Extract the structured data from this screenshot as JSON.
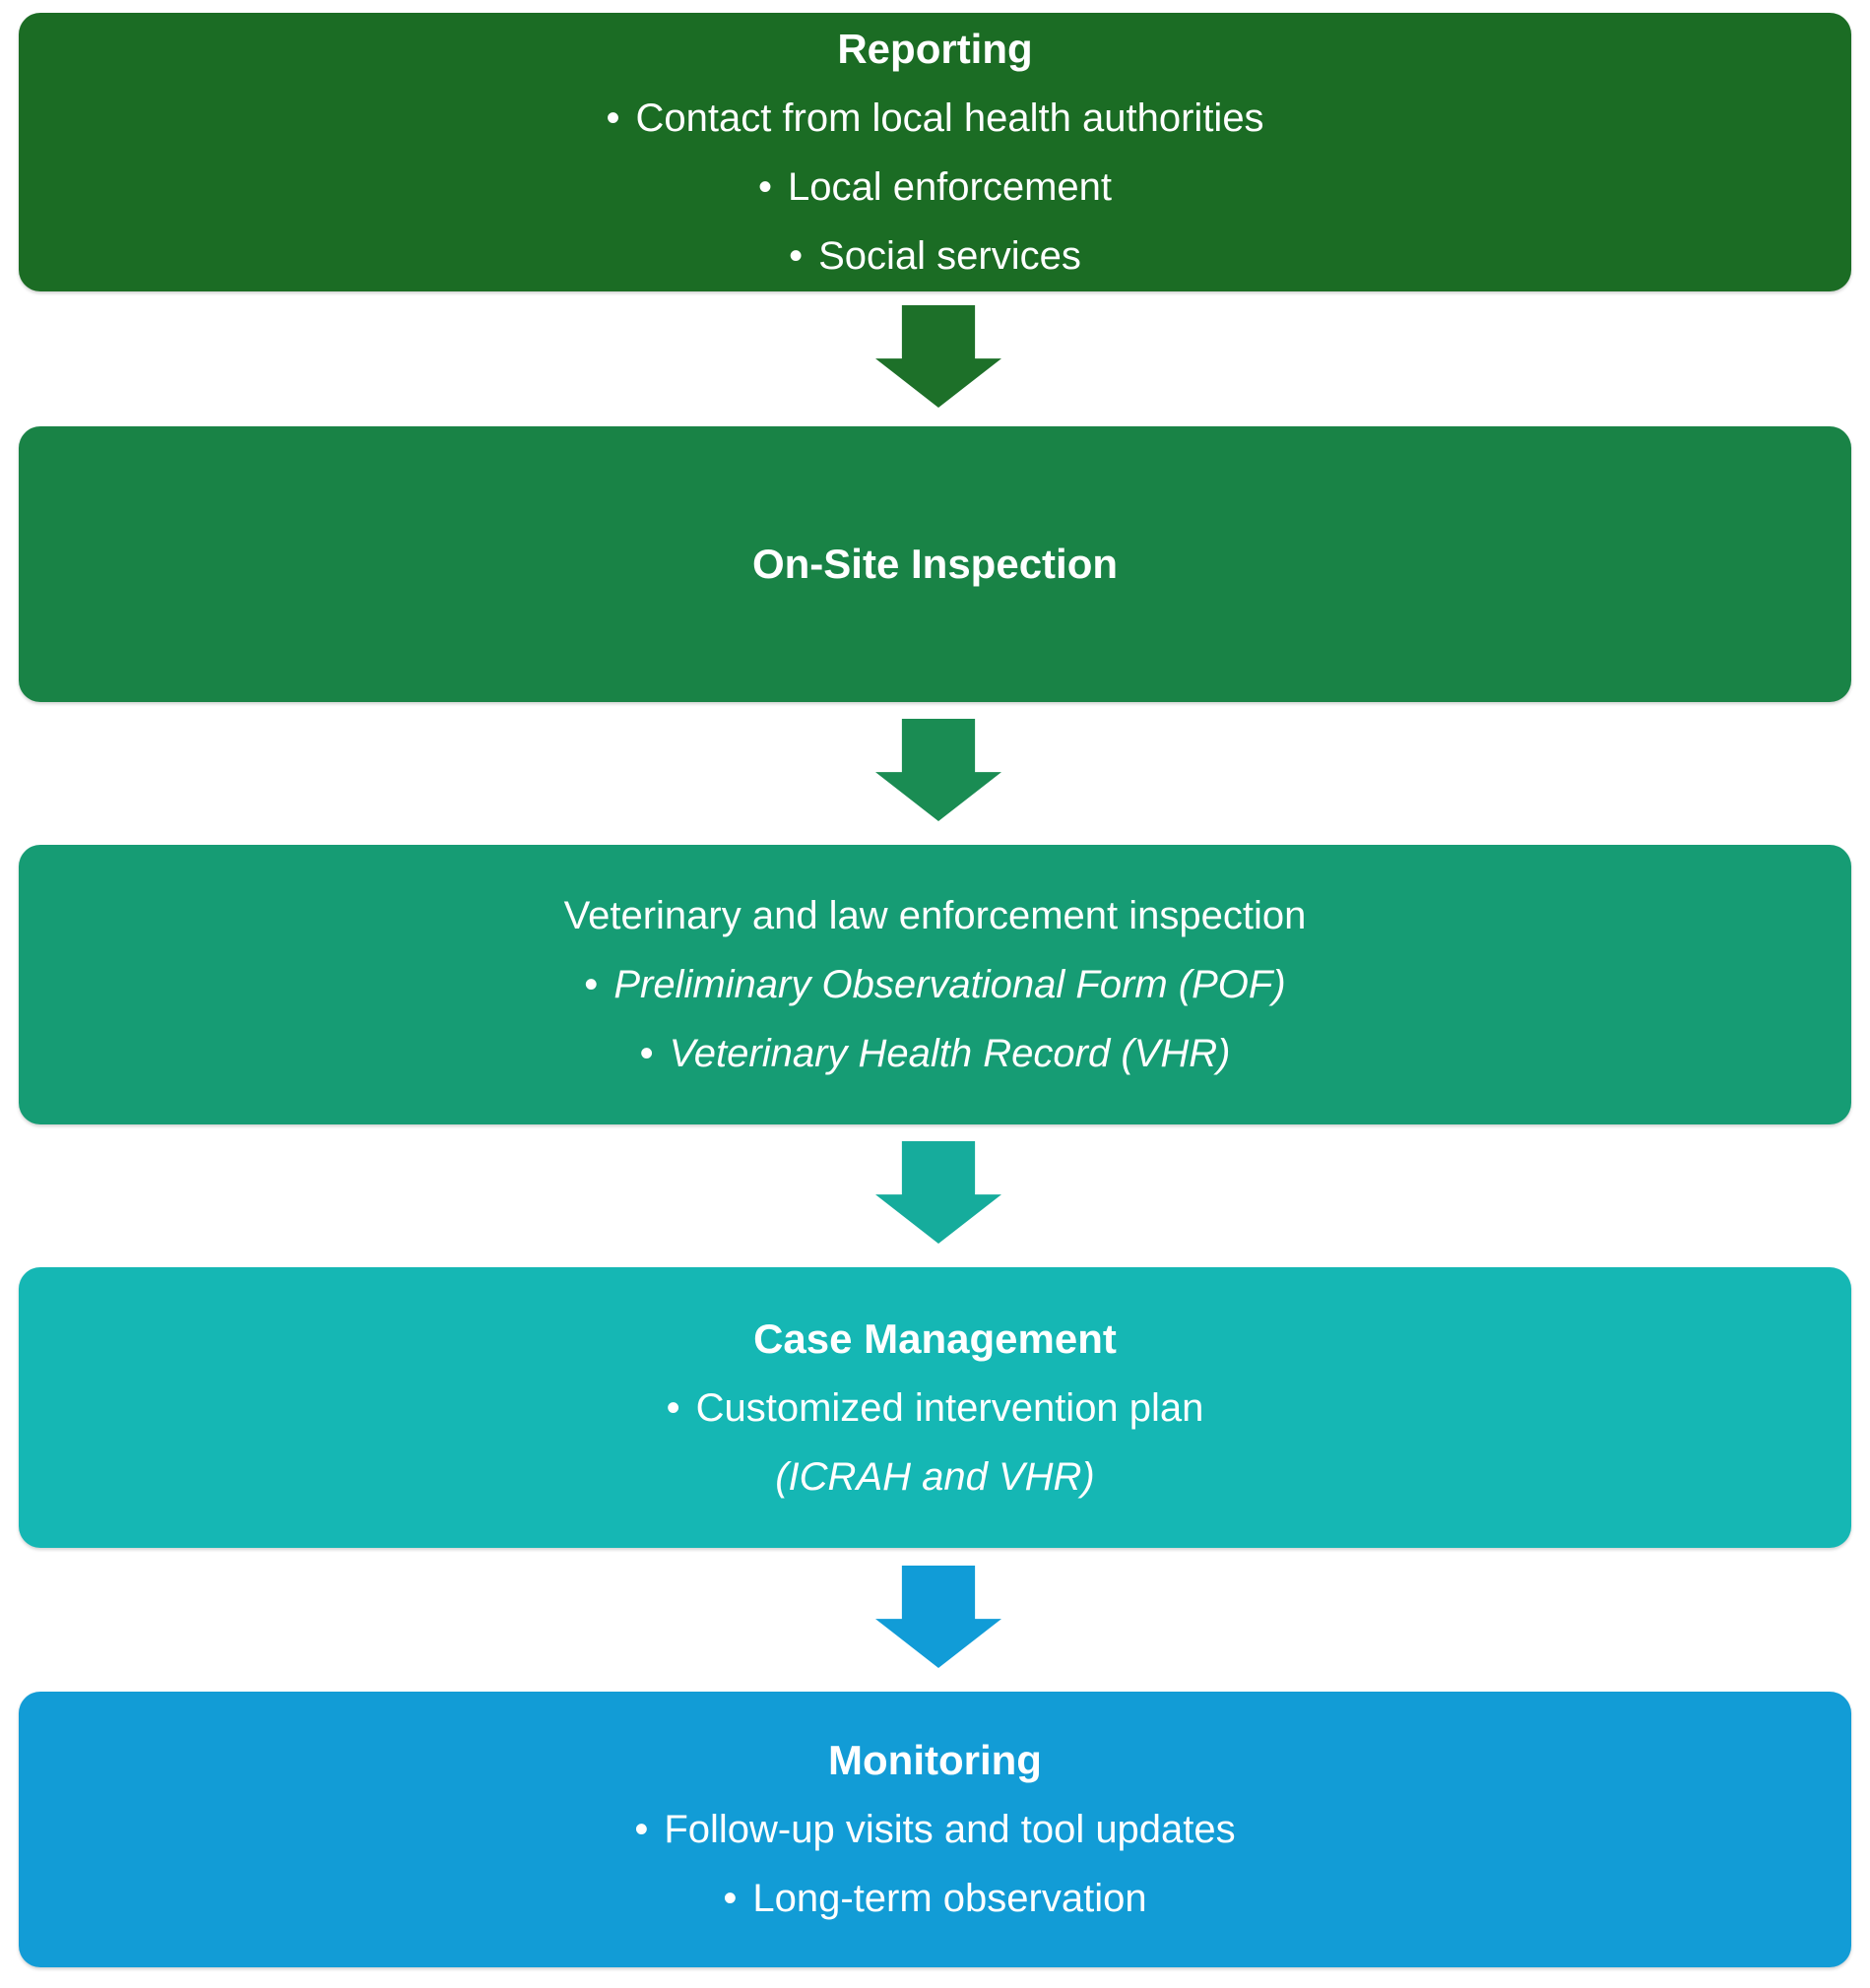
{
  "bullet_char": "•",
  "boxes": [
    {
      "title": "Reporting",
      "color": "#1B6C24",
      "items": [
        "Contact from local health authorities",
        "Local enforcement",
        "Social services"
      ]
    },
    {
      "title": "On-Site Inspection",
      "color": "#198346"
    },
    {
      "heading": "Veterinary and law enforcement inspection",
      "color": "#169C74",
      "items": [
        "Preliminary Observational Form (POF)",
        "Veterinary Health Record (VHR)"
      ]
    },
    {
      "title": "Case Management",
      "color": "#15B7B4",
      "items": [
        "Customized intervention plan"
      ],
      "note": "(ICRAH and VHR)"
    },
    {
      "title": "Monitoring",
      "color": "#129CD6",
      "items": [
        "Follow-up visits and tool updates",
        "Long-term observation"
      ]
    }
  ],
  "arrows": [
    {
      "color": "#1D7029"
    },
    {
      "color": "#1A8C53"
    },
    {
      "color": "#16AC9C"
    },
    {
      "color": "#119CD7"
    }
  ]
}
